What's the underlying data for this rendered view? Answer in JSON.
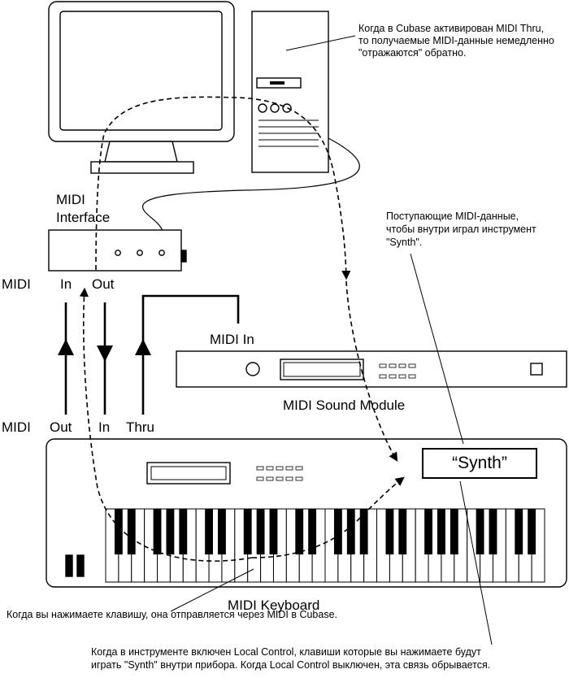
{
  "labels": {
    "midi_interface_line1": "MIDI",
    "midi_interface_line2": "Interface",
    "midi_row_top": "MIDI",
    "interface_in": "In",
    "interface_out": "Out",
    "midi_row_bottom": "MIDI",
    "keyboard_out": "Out",
    "keyboard_in": "In",
    "keyboard_thru": "Thru",
    "module_midi_in": "MIDI In",
    "sound_module": "MIDI Sound Module",
    "keyboard": "MIDI Keyboard",
    "synth": "“Synth”"
  },
  "notes": {
    "cubase_line1": "Когда в Cubase активирован MIDI Thru,",
    "cubase_line2": "то получаемые MIDI-данные немедленно",
    "cubase_line3": "\"отражаются\" обратно.",
    "incoming_line1": "Поступающие MIDI-данные,",
    "incoming_line2": "чтобы внутри играл инструмент",
    "incoming_line3": "\"Synth\".",
    "key_press": "Когда вы нажимаете клавишу, она отправляется через MIDI в Cubase.",
    "local_line1": "Когда в инструменте включен Local Control, клавиши которые вы нажимаете будут",
    "local_line2": "играть \"Synth\" внутри прибора. Когда Local Control выключен, эта связь обрывается."
  }
}
